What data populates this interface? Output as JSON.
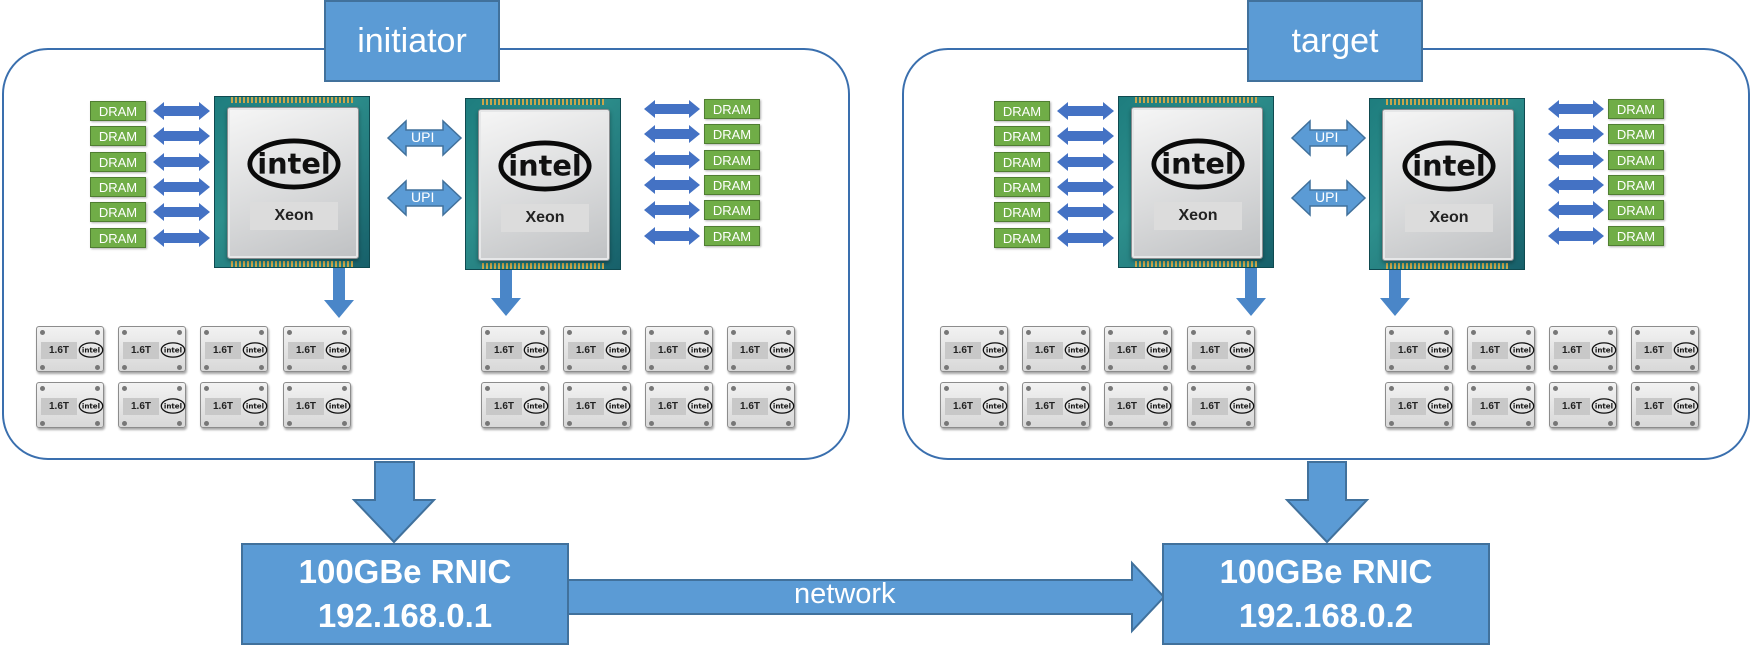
{
  "initiator": {
    "title": "initiator",
    "rnic_line1": "100GBe RNIC",
    "rnic_line2": "192.168.0.1",
    "cpu_brand": "intel",
    "cpu_model": "Xeon",
    "interconnect": "UPI",
    "memory_label": "DRAM",
    "ssd_capacity": "1.6T",
    "ssd_brand": "intel"
  },
  "target": {
    "title": "target",
    "rnic_line1": "100GBe RNIC",
    "rnic_line2": "192.168.0.2",
    "cpu_brand": "intel",
    "cpu_model": "Xeon",
    "interconnect": "UPI",
    "memory_label": "DRAM",
    "ssd_capacity": "1.6T",
    "ssd_brand": "intel"
  },
  "link_label": "network",
  "colors": {
    "box_fill": "#5b9bd5",
    "box_border": "#41719c",
    "dram": "#70ad47",
    "outline": "#3a6fae"
  }
}
